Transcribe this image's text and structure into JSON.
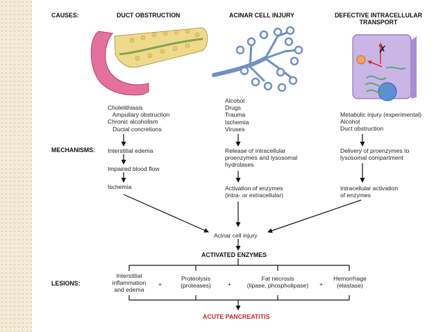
{
  "headers": {
    "causes": "CAUSES:",
    "mechanisms": "MECHANISMS:",
    "lesions": "LESIONS:"
  },
  "columns": {
    "duct": {
      "title": "DUCT OBSTRUCTION",
      "causes": "Cholelithiasis\n   Ampullary obstruction\nChronic alcoholism\n   Ductal concretions",
      "mech1": "Interstitial edema",
      "mech2": "Impaired blood flow",
      "mech3": "Ischemia"
    },
    "acinar": {
      "title": "ACINAR CELL INJURY",
      "causes": "Alcohol\nDrugs\nTrauma\nIschemia\nViruses",
      "mech1": "Release of intracellular\nproenzymes and lysosomal\nhydrolases",
      "mech2": "Activation of enzymes\n(intra- or extracellular)"
    },
    "transport": {
      "title": "DEFECTIVE INTRACELLULAR\nTRANSPORT",
      "causes": "Metabolic injury (experimental)\nAlcohol\nDuct obstruction",
      "mech1": "Delivery of proenzymes to\nlysosomal compartment",
      "mech2": "Intracellular activation\nof enzymes"
    }
  },
  "center": {
    "acinar_cell_injury": "Acinar cell injury",
    "activated_enzymes": "ACTIVATED ENZYMES",
    "acute_pancreatitis": "ACUTE PANCREATITIS"
  },
  "lesions": {
    "l1": "Interstitial\ninflammation\nand edema",
    "l2": "Proteolysis\n(proteases)",
    "l3": "Fat necrosis\n(lipase, phospholipase)",
    "l4": "Hemorrhage\n(elastase)",
    "plus": "+"
  },
  "cell_marker": "✗",
  "colors": {
    "accent_red": "#c8282e",
    "cell_purple": "#c9b6e6",
    "pancreas_yellow": "#efd98a",
    "duodenum_pink": "#e5709e",
    "acinar_blue": "#6f8fc9"
  }
}
